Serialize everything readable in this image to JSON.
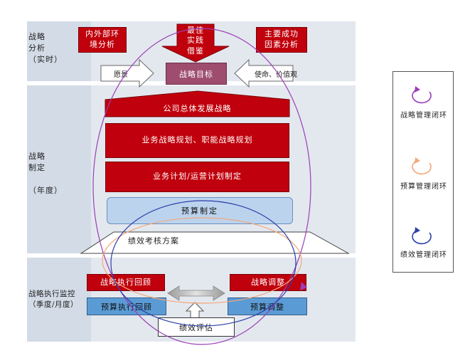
{
  "sections": {
    "analysis": {
      "label": "战略\n分析\n（实时）"
    },
    "formulation": {
      "label": "战略\n制定\n\n（年度）"
    },
    "monitoring": {
      "label": "战略执行监控\n（季度/月度）"
    }
  },
  "analysis_row": {
    "env_analysis": "内外部环\n境分析",
    "best_practice": "最佳\n实践\n借鉴",
    "key_success": "主要成功\n因素分析",
    "vision": "愿景",
    "strategic_goal": "战略目标",
    "mission": "使命、价值观"
  },
  "formulation_row": {
    "corporate_strategy": "公司总体发展战略",
    "business_planning": "业务战略规划、职能战略规划",
    "operating_plan": "业务计划/运营计划制定",
    "budget": "预算制定",
    "performance_scheme": "绩效考核方案"
  },
  "monitoring_row": {
    "strategy_review": "战略执行回顾",
    "strategy_adjust": "战略调整",
    "budget_review": "预算执行回顾",
    "budget_adjust": "预算调整",
    "performance_eval": "绩效评估"
  },
  "legend": {
    "items": [
      {
        "label": "战略管理闭环",
        "color": "#9b3fb5"
      },
      {
        "label": "预算管理闭环",
        "color": "#f4a77a"
      },
      {
        "label": "绩效管理闭环",
        "color": "#2b3fa8"
      }
    ]
  },
  "colors": {
    "red": "#c0000c",
    "blue": "#5b9bd5",
    "light_blue": "#bcd3ee",
    "band": "#e3e8ef",
    "band_left": "#d2dbe6",
    "purple": "#9b3fb5",
    "orange": "#f4a77a",
    "navy": "#2b3fa8"
  }
}
